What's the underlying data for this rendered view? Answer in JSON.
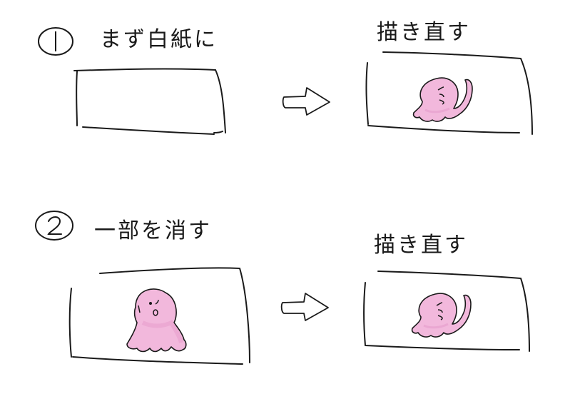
{
  "step1": {
    "number": "1",
    "label": "まず白紙に",
    "result_label": "描き直す"
  },
  "step2": {
    "number": "2",
    "label": "一部を消す",
    "result_label": "描き直す"
  },
  "colors": {
    "ink": "#1a1a1a",
    "octopus_fill": "#f2b8dc",
    "octopus_shade": "#e79fcd"
  }
}
